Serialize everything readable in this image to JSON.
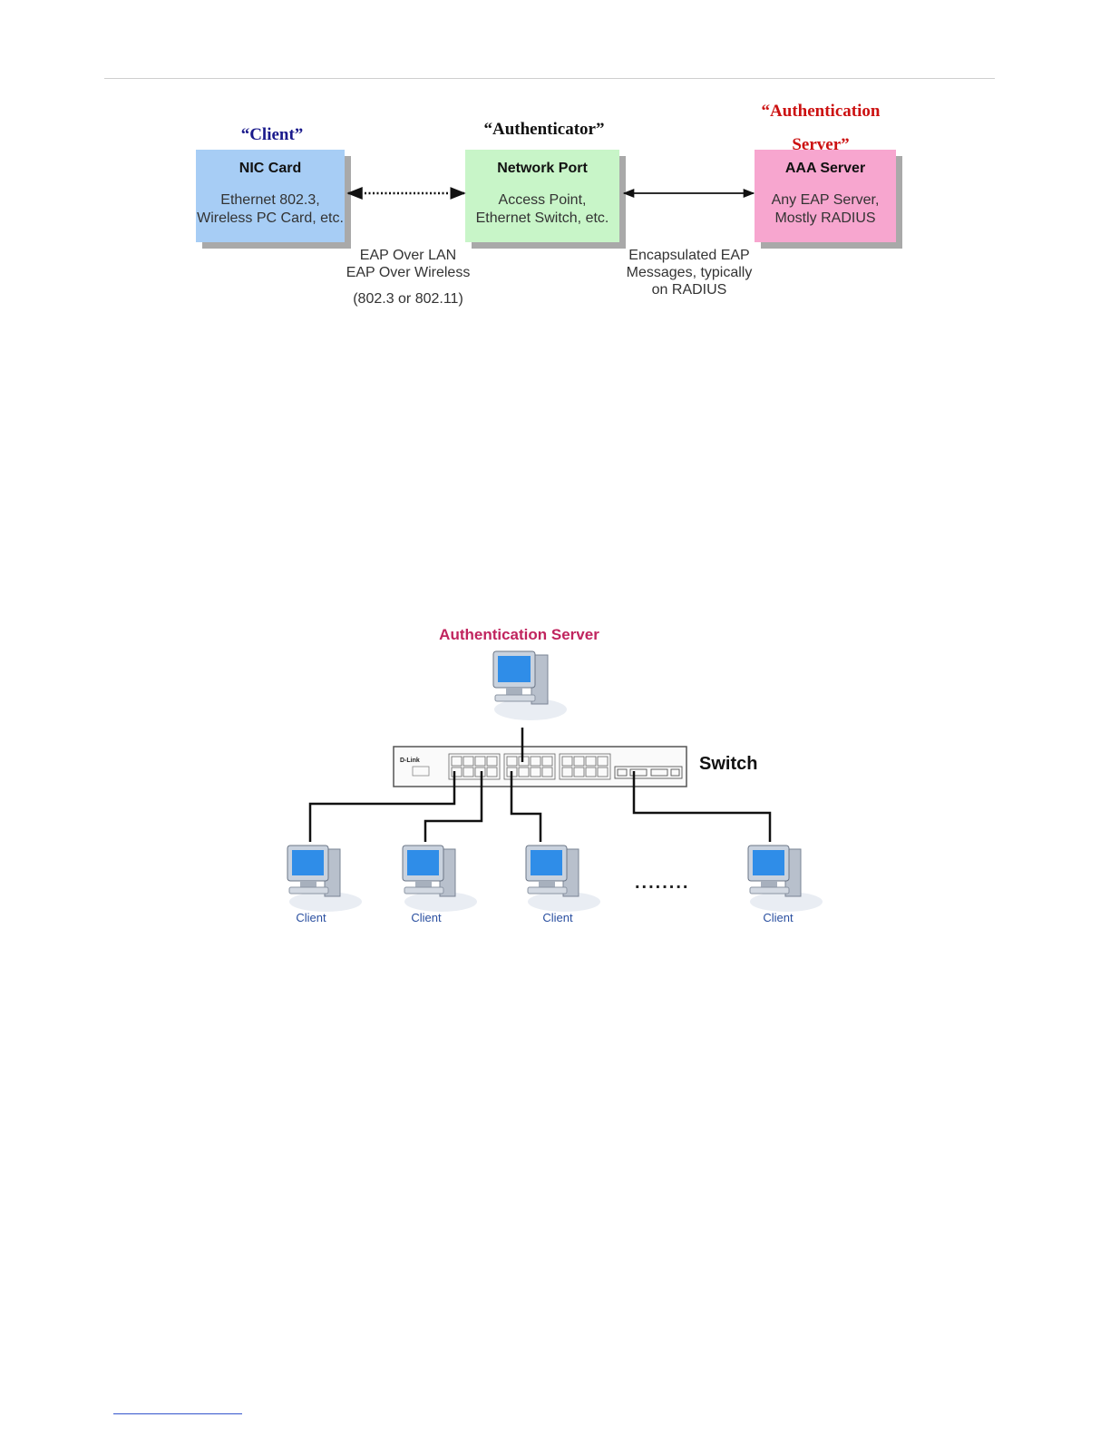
{
  "diagram1": {
    "roles": {
      "client": "“Client”",
      "authenticator": "“Authenticator”",
      "server": "“Authentication Server”"
    },
    "boxes": {
      "nic": {
        "title": "NIC Card",
        "line1": "Ethernet 802.3,",
        "line2": "Wireless PC Card, etc."
      },
      "network_port": {
        "title": "Network Port",
        "line1": "Access Point,",
        "line2": "Ethernet Switch, etc."
      },
      "aaa": {
        "title": "AAA Server",
        "line1": "Any EAP Server,",
        "line2": "Mostly RADIUS"
      }
    },
    "notes": {
      "lan_line1": "EAP Over LAN",
      "lan_line2": "EAP Over Wireless",
      "lan_line3": "(802.3 or 802.11)",
      "enc_line1": "Encapsulated EAP",
      "enc_line2": "Messages, typically",
      "enc_line3": "on RADIUS"
    },
    "colors": {
      "nic": "#a7cdf5",
      "network_port": "#c8f5c8",
      "aaa": "#f7a6cf"
    }
  },
  "diagram2": {
    "server_label": "Authentication Server",
    "switch_label": "Switch",
    "switch_brand": "D-Link",
    "client_label": "Client",
    "ellipsis": "........"
  }
}
